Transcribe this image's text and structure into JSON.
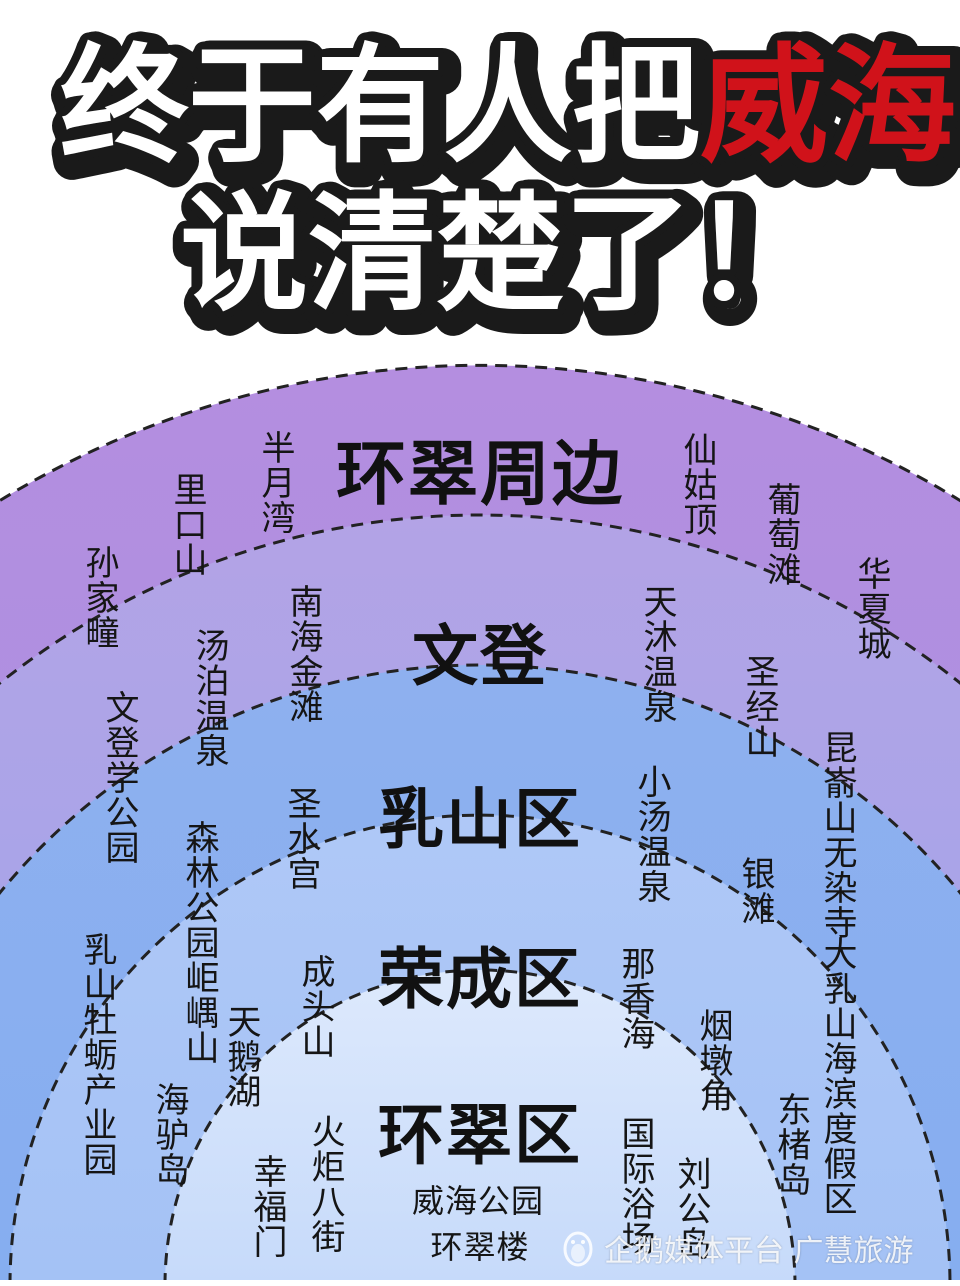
{
  "title": {
    "line1_normal": "终于有人把",
    "line1_red": "威海",
    "line2": "说清楚了！"
  },
  "colors": {
    "ring_outer": "#b48ee0",
    "ring_2": "#aaa6e6",
    "ring_3": "#8fb2f0",
    "ring_4": "#a9c4f6",
    "ring_inner": "#cfe0fb",
    "title_red": "#d0121a"
  },
  "rings": [
    {
      "name": "环翠周边",
      "spots": [
        "孙家疃",
        "里口山",
        "半月湾",
        "仙姑顶",
        "葡萄滩",
        "华夏城"
      ]
    },
    {
      "name": "文登",
      "spots": [
        "文登学公园",
        "汤泊温泉",
        "南海金滩",
        "天沐温泉",
        "圣经山",
        "昆嵛山无染寺"
      ]
    },
    {
      "name": "乳山区",
      "spots": [
        "乳山牡蛎产业园",
        "森林公园岠嵎山",
        "圣水宫",
        "小汤温泉",
        "银滩",
        "大乳山海滨度假区"
      ]
    },
    {
      "name": "荣成区",
      "spots": [
        "海驴岛",
        "天鹅湖",
        "成头山",
        "那香海",
        "烟墩角",
        "东楮岛"
      ]
    },
    {
      "name": "环翠区",
      "spots": [
        "幸福门",
        "火炬八街",
        "威海公园",
        "环翠楼",
        "国际浴场",
        "刘公岛"
      ]
    }
  ],
  "watermark": {
    "icon": "penguin-icon",
    "text": "企鹅媒体平台 广慧旅游"
  }
}
